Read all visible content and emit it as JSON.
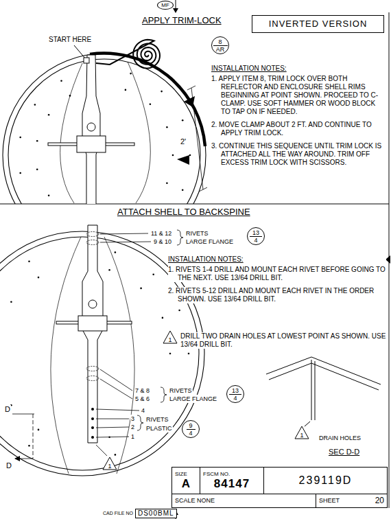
{
  "diagram": {
    "nodes": [
      {
        "text": [
          "MF"
        ]
      },
      {
        "text": [
          "INVERTED VERSION"
        ]
      },
      {
        "text": [
          "8",
          "AR"
        ]
      },
      {
        "text": [
          "13",
          "4"
        ]
      },
      {
        "text": [
          "1"
        ]
      },
      {
        "text": [
          "13",
          "4"
        ]
      },
      {
        "text": [
          "9",
          "4"
        ]
      },
      {
        "text": [
          "1"
        ]
      },
      {
        "text": [
          "1"
        ]
      },
      {
        "text": [
          "SIZE",
          "A"
        ]
      },
      {
        "text": [
          "FSCM NO.",
          "84147"
        ]
      },
      {
        "text": [
          "239119D"
        ]
      },
      {
        "text": [
          "SCALE NONE"
        ]
      },
      {
        "text": [
          "SHEET",
          "20"
        ]
      },
      {
        "text": [
          "CAD FILE NO",
          "DS00BML"
        ]
      }
    ],
    "labels": [
      "APPLY TRIM-LOCK",
      "START HERE",
      "2'",
      "INSTALLATION NOTES:",
      "1. APPLY ITEM 8, TRIM LOCK OVER BOTH REFLECTOR AND ENCLOSURE SHELL RIMS BEGINNING AT POINT SHOWN. PROCEED TO C-CLAMP. USE SOFT HAMMER OR WOOD BLOCK TO TAP ON IF NEEDED.",
      "2. MOVE CLAMP ABOUT 2 FT. AND CONTINUE TO APPLY TRIM LOCK.",
      "3. CONTINUE THIS SEQUENCE UNTIL TRIM LOCK IS ATTACHED ALL THE WAY AROUND. TRIM OFF EXCESS TRIM LOCK WITH SCISSORS.",
      "ATTACH SHELL TO BACKSPINE",
      "11 & 12",
      "9 & 10",
      "RIVETS",
      "LARGE FLANGE",
      "INSTALLATION NOTES:",
      "1. RIVETS 1-4 DRILL AND MOUNT EACH RIVET BEFORE GOING TO THE NEXT. USE 13/64 DRILL BIT.",
      "2. RIVETS 5-12 DRILL AND MOUNT EACH RIVET IN THE ORDER SHOWN. USE 13/64 DRILL BIT.",
      "DRILL TWO DRAIN HOLES AT LOWEST POINT AS SHOWN. USE 13/64 DRILL BIT.",
      "7 & 8",
      "5 & 6",
      "RIVETS",
      "LARGE FLANGE",
      "4",
      "3",
      "2",
      "1",
      "RIVETS",
      "PLASTIC",
      "D",
      "D",
      "DRAIN HOLES",
      "SEC D-D"
    ]
  }
}
